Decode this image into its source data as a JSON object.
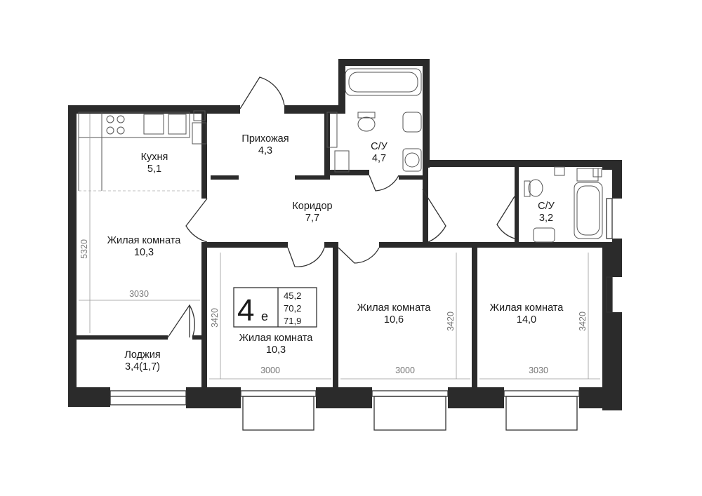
{
  "rooms": {
    "hallway": {
      "name": "Прихожая",
      "area": "4,3"
    },
    "kitchen": {
      "name": "Кухня",
      "area": "5,1"
    },
    "bath1": {
      "name": "С/У",
      "area": "4,7"
    },
    "corridor": {
      "name": "Коридор",
      "area": "7,7"
    },
    "bath2": {
      "name": "С/У",
      "area": "3,2"
    },
    "living_left": {
      "name": "Жилая комната",
      "area": "10,3"
    },
    "bedroom_a": {
      "name": "Жилая комната",
      "area": "10,3"
    },
    "bedroom_b": {
      "name": "Жилая комната",
      "area": "10,6"
    },
    "bedroom_c": {
      "name": "Жилая комната",
      "area": "14,0"
    },
    "loggia": {
      "name": "Лоджия",
      "area": "3,4(1,7)"
    }
  },
  "dimensions": {
    "left_height": "5320",
    "left_width": "3030",
    "room_a_width": "3000",
    "room_a_height": "3420",
    "room_b_width": "3000",
    "room_b_height": "3420",
    "room_c_width": "3030",
    "room_c_height": "3420"
  },
  "badge": {
    "rooms": "4",
    "type": "е",
    "living_area": "45,2",
    "total_area": "70,2",
    "total_area_with_loggia": "71,9"
  }
}
